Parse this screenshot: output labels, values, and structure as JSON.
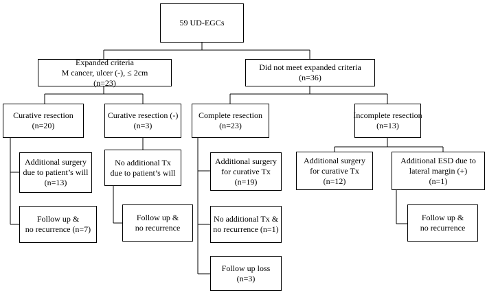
{
  "diagram": {
    "root": {
      "lines": [
        "59 UD-EGCs"
      ]
    },
    "expanded": {
      "lines": [
        "Expanded criteria",
        "M cancer,  ulcer (-), ≤ 2cm",
        "(n=23)"
      ]
    },
    "not_expanded": {
      "lines": [
        "Did not meet expanded criteria",
        "(n=36)"
      ]
    },
    "curative": {
      "lines": [
        "Curative resection",
        "(n=20)"
      ]
    },
    "curative_neg": {
      "lines": [
        "Curative resection (-)",
        "(n=3)"
      ]
    },
    "complete": {
      "lines": [
        "Complete resection",
        "(n=23)"
      ]
    },
    "incomplete": {
      "lines": [
        "Incomplete resection",
        "(n=13)"
      ]
    },
    "add_surgery_will": {
      "lines": [
        "Additional  surgery",
        "due to patient’s will",
        "(n=13)"
      ]
    },
    "follow_norec_7": {
      "lines": [
        "Follow up &",
        "no recurrence  (n=7)"
      ]
    },
    "no_tx_will": {
      "lines": [
        "No additional Tx",
        "due to patient’s will"
      ]
    },
    "follow_norec_a": {
      "lines": [
        "Follow up &",
        "no recurrence"
      ]
    },
    "add_surgery_tx19": {
      "lines": [
        "Additional  surgery",
        "for curative  Tx",
        "(n=19)"
      ]
    },
    "no_tx_norec": {
      "lines": [
        "No additional Tx &",
        "no recurrence (n=1)"
      ]
    },
    "follow_loss": {
      "lines": [
        "Follow up loss",
        "(n=3)"
      ]
    },
    "add_surgery_tx12": {
      "lines": [
        "Additional  surgery",
        "for curative  Tx",
        "(n=12)"
      ]
    },
    "add_esd": {
      "lines": [
        "Additional  ESD due to",
        "lateral margin  (+)",
        "(n=1)"
      ]
    },
    "follow_norec_b": {
      "lines": [
        "Follow up &",
        "no recurrence"
      ]
    }
  }
}
